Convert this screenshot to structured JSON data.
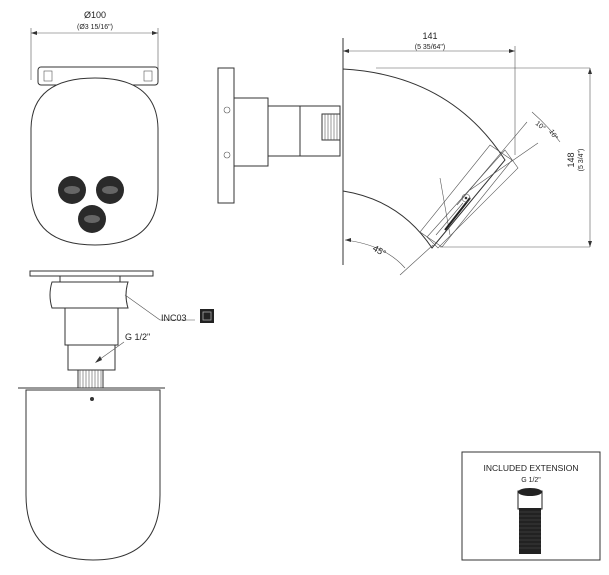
{
  "front_view": {
    "diameter_mm": "Ø100",
    "diameter_in": "(Ø3 15/16\")"
  },
  "side_view": {
    "depth_mm": "141",
    "depth_in": "(5 35/64\")",
    "height_mm": "148",
    "height_in": "(5 3/4\")",
    "tilt_up": "10°",
    "tilt_down": "10°",
    "rotation": "45°"
  },
  "section_view": {
    "part_code": "INC03",
    "part_icon": "square-grid-icon",
    "thread_label": "G 1/2\""
  },
  "extension_box": {
    "title": "INCLUDED EXTENSION",
    "thread_label": "G 1/2\""
  }
}
